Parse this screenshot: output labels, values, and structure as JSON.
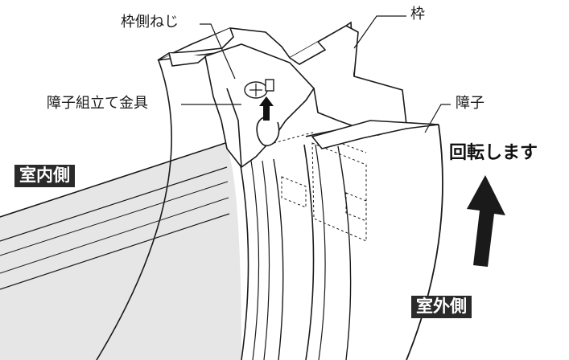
{
  "labels": {
    "frame_screw": "枠側ねじ",
    "frame": "枠",
    "bracket": "障子組立て金具",
    "sash": "障子",
    "rotate": "回転します",
    "indoor": "室内側",
    "outdoor": "室外側"
  },
  "colors": {
    "line": "#1a1a1a",
    "badge": "#2a2a2a",
    "glass": "#dcdcdc",
    "arrow": "#1a1a1a"
  }
}
